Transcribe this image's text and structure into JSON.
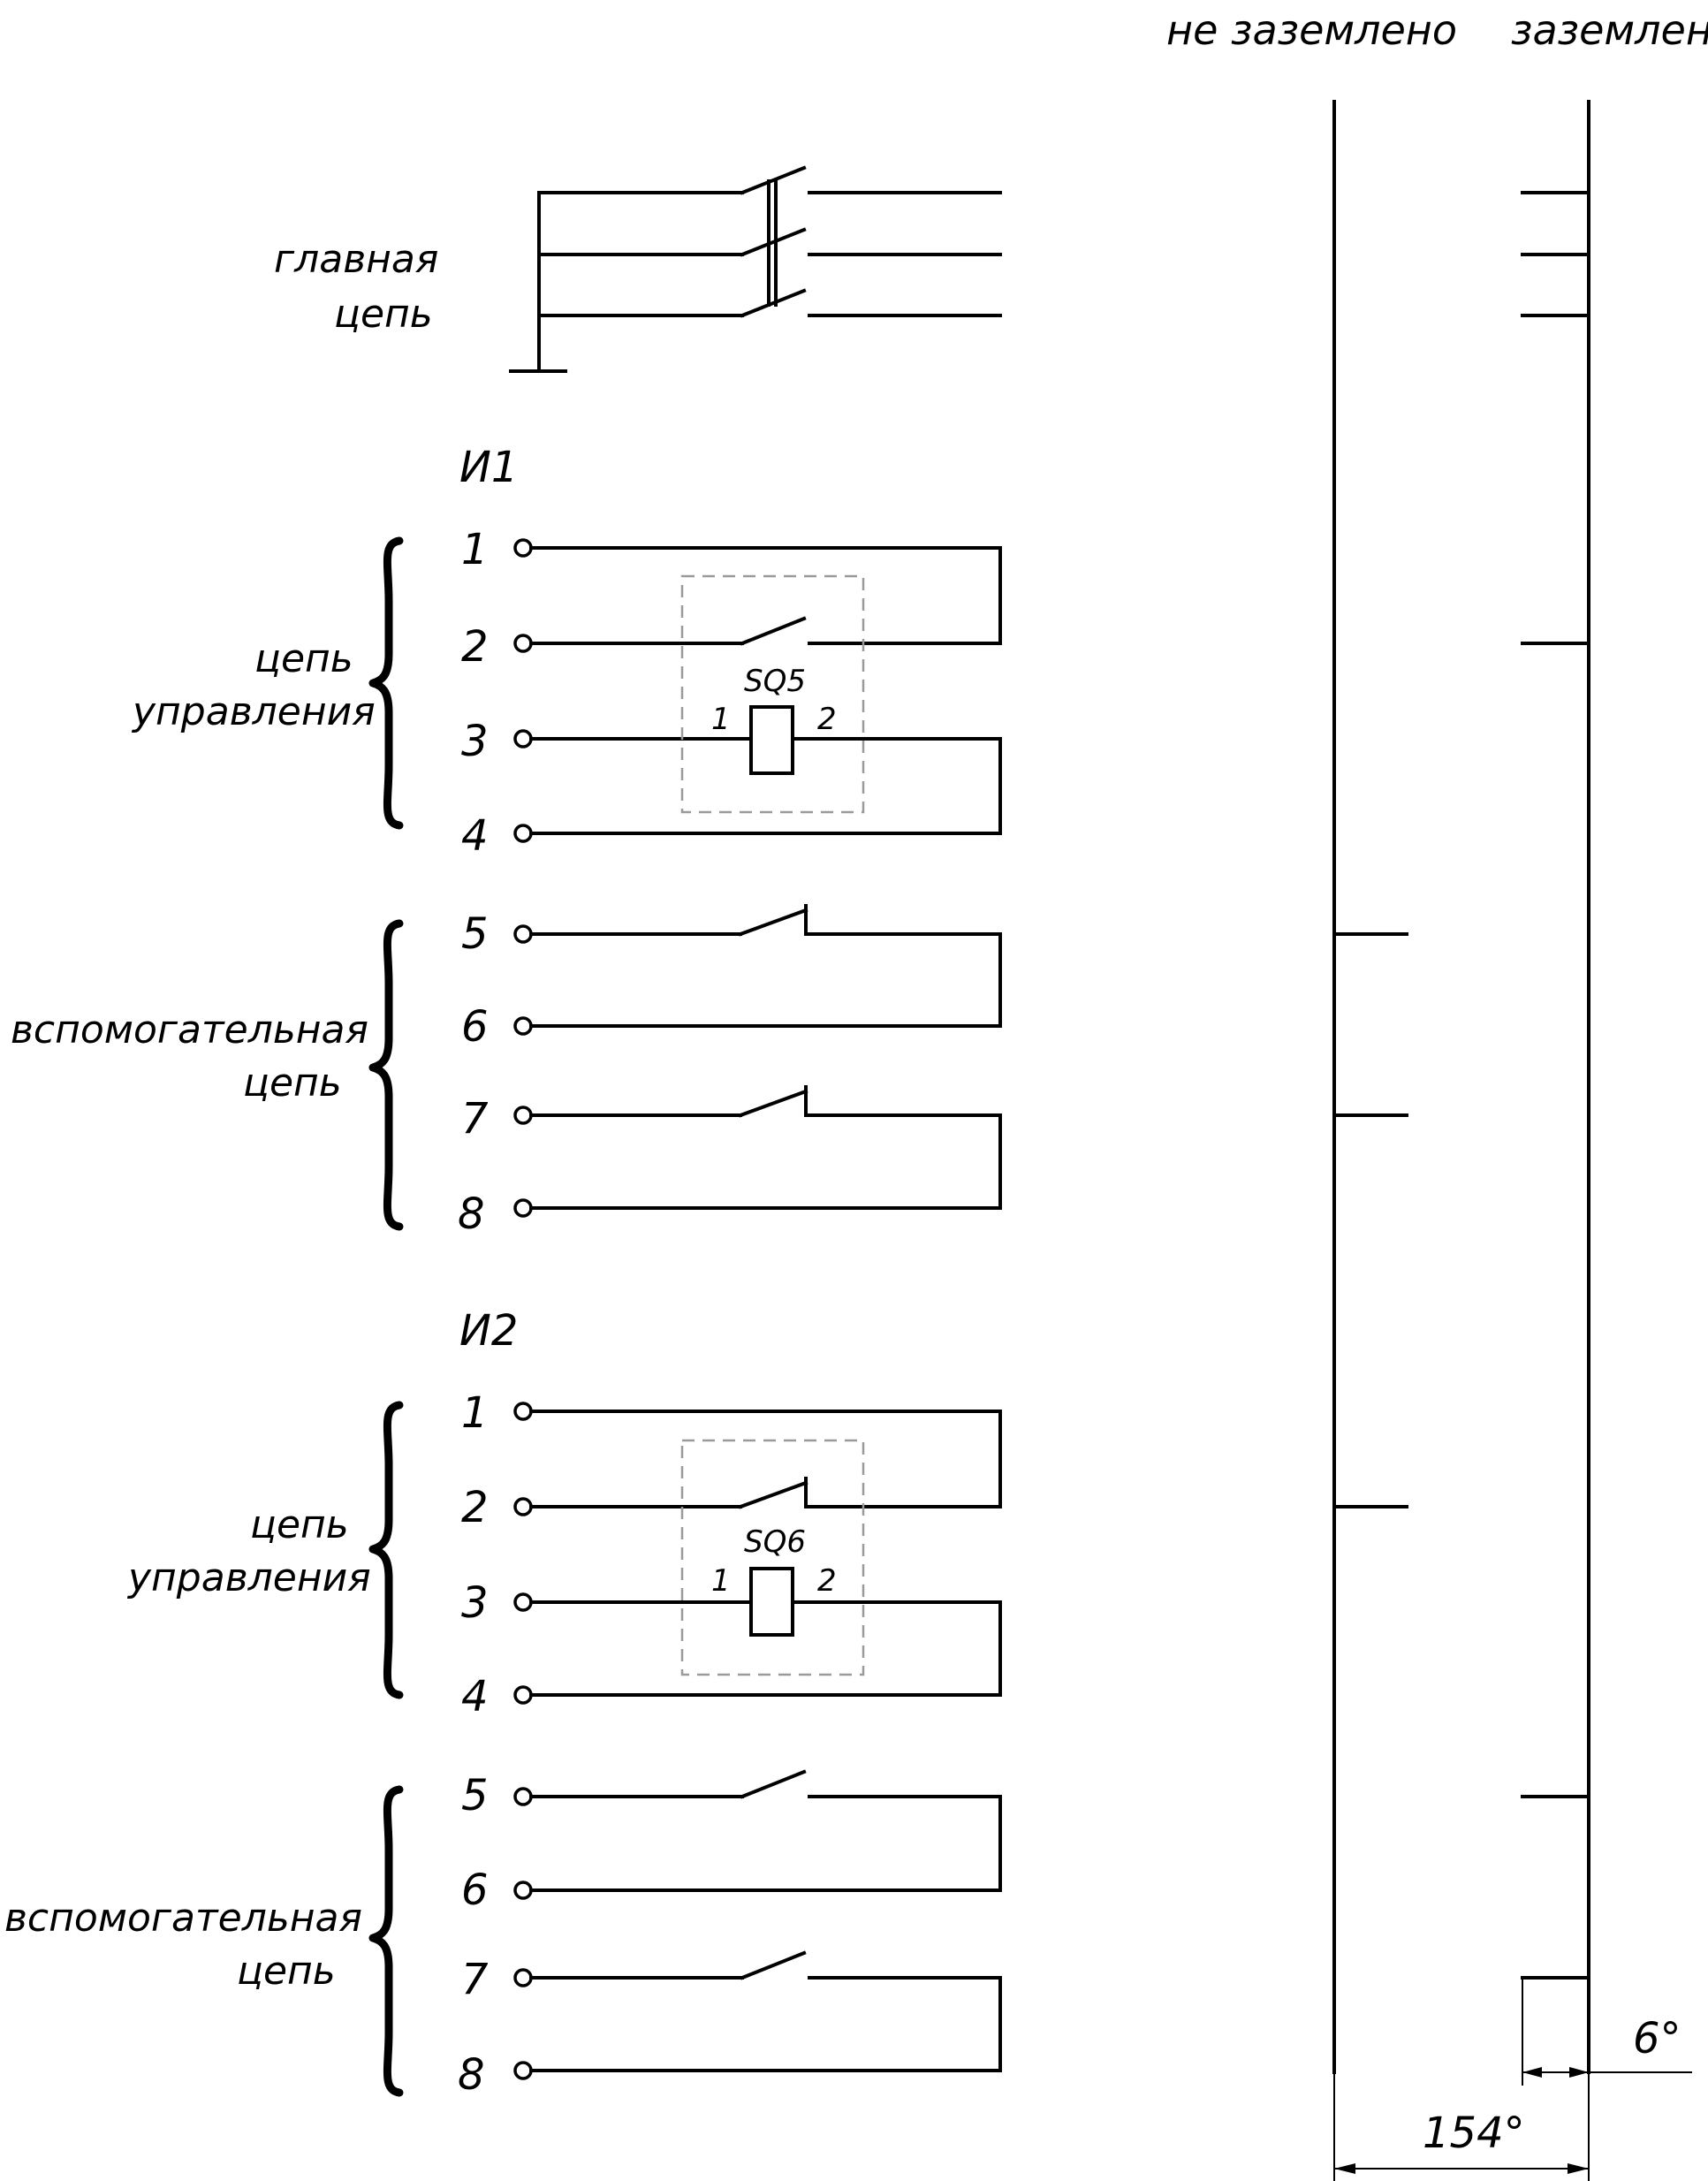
{
  "headers": {
    "not_grounded": "не заземлено",
    "grounded": "заземлено"
  },
  "main_circuit": {
    "line1": "главная",
    "line2": "цепь"
  },
  "blocks": [
    {
      "id": "И1",
      "control_label": [
        "цепь",
        "управления"
      ],
      "aux_label": [
        "вспомогательная",
        "цепь"
      ],
      "terminals": [
        "1",
        "2",
        "3",
        "4",
        "5",
        "6",
        "7",
        "8"
      ],
      "switch": {
        "name": "SQ5",
        "pin1": "1",
        "pin2": "2"
      }
    },
    {
      "id": "И2",
      "control_label": [
        "цепь",
        "управления"
      ],
      "aux_label": [
        "вспомогательная",
        "цепь"
      ],
      "terminals": [
        "1",
        "2",
        "3",
        "4",
        "5",
        "6",
        "7",
        "8"
      ],
      "switch": {
        "name": "SQ6",
        "pin1": "1",
        "pin2": "2"
      }
    }
  ],
  "dimensions": {
    "small_angle": "6°",
    "large_angle": "154°"
  }
}
